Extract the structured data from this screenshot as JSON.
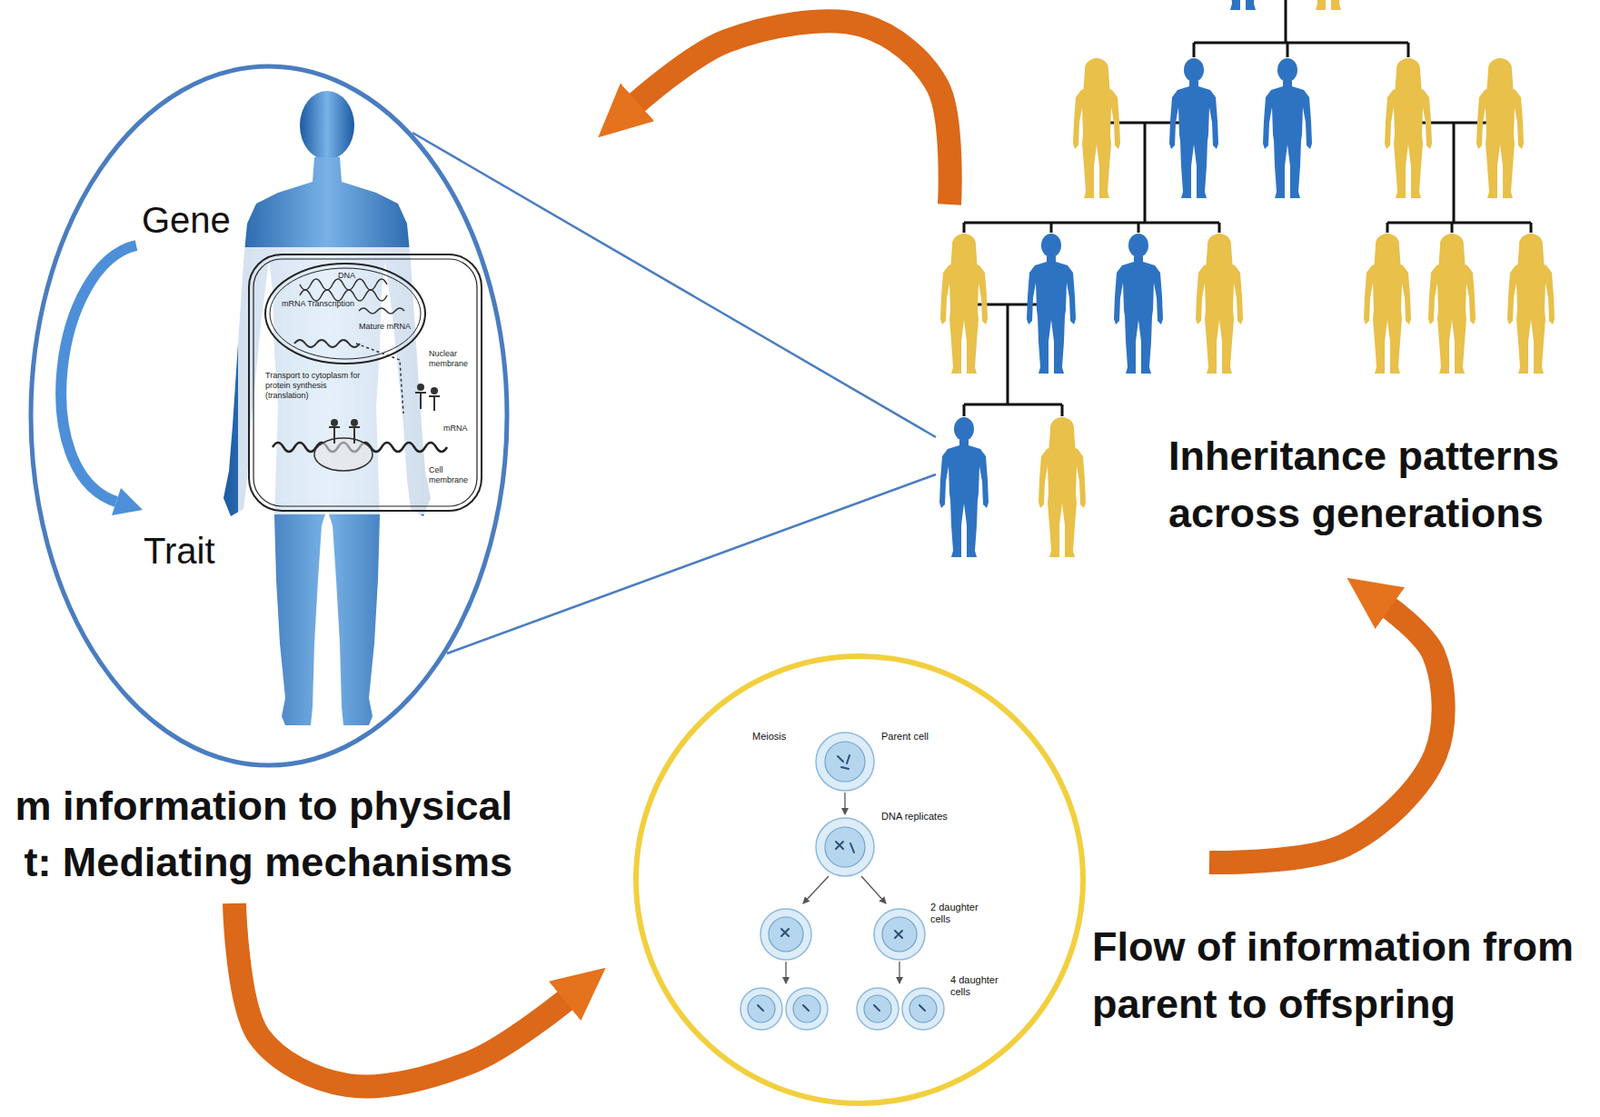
{
  "diagram": {
    "nodes": [
      {
        "text": [
          "Gene",
          "Trait",
          "m information to physical t: Mediating mechanisms"
        ]
      },
      {
        "text": [
          "Inheritance patterns across generations"
        ]
      },
      {
        "text": [
          "Meiosis",
          "Parent cell",
          "DNA replicates",
          "2 daughter cells",
          "4 daughter cells",
          "Flow of information from parent to offspring"
        ]
      }
    ],
    "edges": [
      {
        "from": 1,
        "to": 0,
        "arrow": "to"
      },
      {
        "from": 0,
        "to": 2,
        "arrow": "to"
      },
      {
        "from": 2,
        "to": 1,
        "arrow": "to"
      }
    ],
    "labels": [
      "DNA",
      "mRNA Transcription",
      "Mature mRNA",
      "Nuclear membrane",
      "Transport to cytoplasm for protein synthesis (translation)",
      "mRNA",
      "Cell membrane"
    ]
  }
}
